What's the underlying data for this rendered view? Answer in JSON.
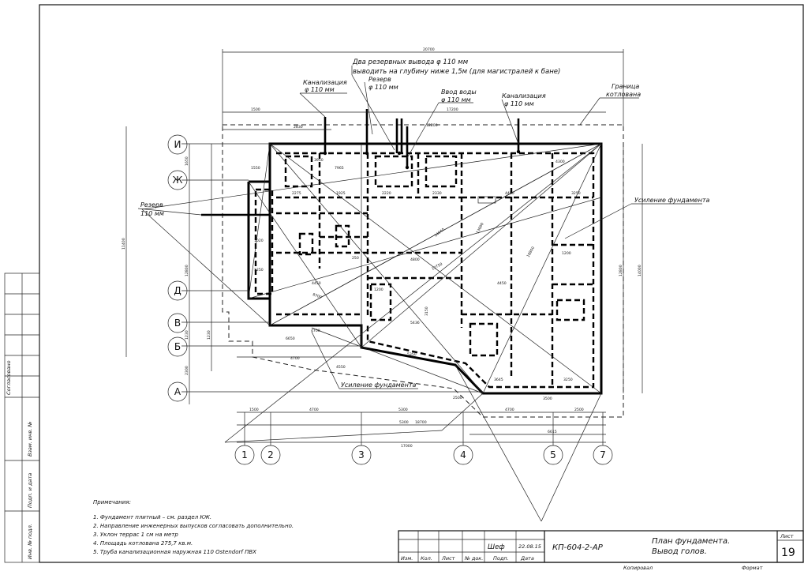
{
  "labels": {
    "two_reserve": "Два резервных вывода φ 110 мм",
    "depth_note": "выводить на глубину ниже 1,5м (для магистралей к бане)",
    "sewer1": "Канализация",
    "sewer1_d": "φ 110 мм",
    "reserve_top": "Резерв",
    "reserve_top_d": "φ 110 мм",
    "water": "Ввод воды",
    "water_d": "φ 110 мм",
    "sewer2": "Канализация",
    "sewer2_d": "φ 110 мм",
    "pit_boundary_1": "Граница",
    "pit_boundary_2": "котлована",
    "reserve_left": "Резерв",
    "reserve_left_d": "110 мм",
    "reinforce_right": "Усиление фундамента",
    "reinforce_bottom": "Усиление фундамента"
  },
  "axes": {
    "rows": [
      "И",
      "Ж",
      "Д",
      "В",
      "Б",
      "А"
    ],
    "cols": [
      "1",
      "2",
      "3",
      "4",
      "5",
      "7"
    ]
  },
  "dims": {
    "top_total": "20700",
    "top_17200": "17200",
    "top_12200": "12200",
    "top_2830": "2830",
    "top_1500": "1500",
    "bottom_4700a": "4700",
    "bottom_5300a": "5300",
    "bottom_5300b": "5300",
    "bottom_4700b": "4700",
    "bottom_2500": "2500",
    "bottom_18700": "18700",
    "bottom_6615": "6615",
    "bottom_17000": "17000",
    "bottom_1500": "1500",
    "left_11400": "11400",
    "left_12800": "12800",
    "left_1230a": "1230",
    "left_1230b": "1230",
    "left_2300": "2300",
    "left_1650": "1650",
    "right_14000": "14000",
    "right_12800": "12800",
    "in_4450a": "4450",
    "in_4450b": "4450",
    "in_4450c": "4450",
    "in_4800": "4800",
    "in_2330": "2330",
    "in_2220": "2220",
    "in_2275a": "2275",
    "in_1925": "1925",
    "in_4700": "4700",
    "in_4700b": "4700",
    "in_3645": "3645",
    "in_3250a": "3250",
    "in_3250b": "3250",
    "in_3500": "3500",
    "in_4300": "4300",
    "in_7965": "7965",
    "in_3950": "3950",
    "in_2500": "2500",
    "in_3150": "3150",
    "in_5350": "5350",
    "in_1200a": "1200",
    "in_1200b": "1200",
    "in_1250": "1250",
    "in_1550": "1550",
    "in_1020": "1020",
    "in_6650": "6650",
    "in_4550": "4550",
    "in_5436": "5436",
    "in_14040": "14040",
    "in_13000": "13000",
    "in_16800": "16800",
    "in_12750": "12750",
    "in_8700": "8700",
    "in_250": "250"
  },
  "notes": {
    "title": "Примечания:",
    "items": [
      "1. Фундамент плитный – см. раздел КЖ.",
      "2. Направление инженерных выпусков согласовать дополнительно.",
      "3. Уклон террас 1 см на метр",
      "4. Площадь котлована 275,7 кв.м.",
      "5. Труба канализационная наружная 110 Ostendorf ПВХ"
    ]
  },
  "stamp": {
    "signature": "Шеф",
    "date": "22.08.15",
    "code": "КП-604-2-АР",
    "title_1": "План фундамента.",
    "title_2": "Вывод голов.",
    "sheet_label": "Лист",
    "sheet_no": "19",
    "col_izm": "Изм.",
    "col_kol": "Кол.",
    "col_list": "Лист",
    "col_ndok": "№ док.",
    "col_podp": "Подп.",
    "col_data": "Дата",
    "copied": "Копировал",
    "format": "Формат"
  },
  "side_stamp": {
    "agreed": "Согласовано",
    "inv_vzam": "Взам. инв. №",
    "podp_data": "Подп. и дата",
    "inv_podl": "Инв. № подл."
  }
}
